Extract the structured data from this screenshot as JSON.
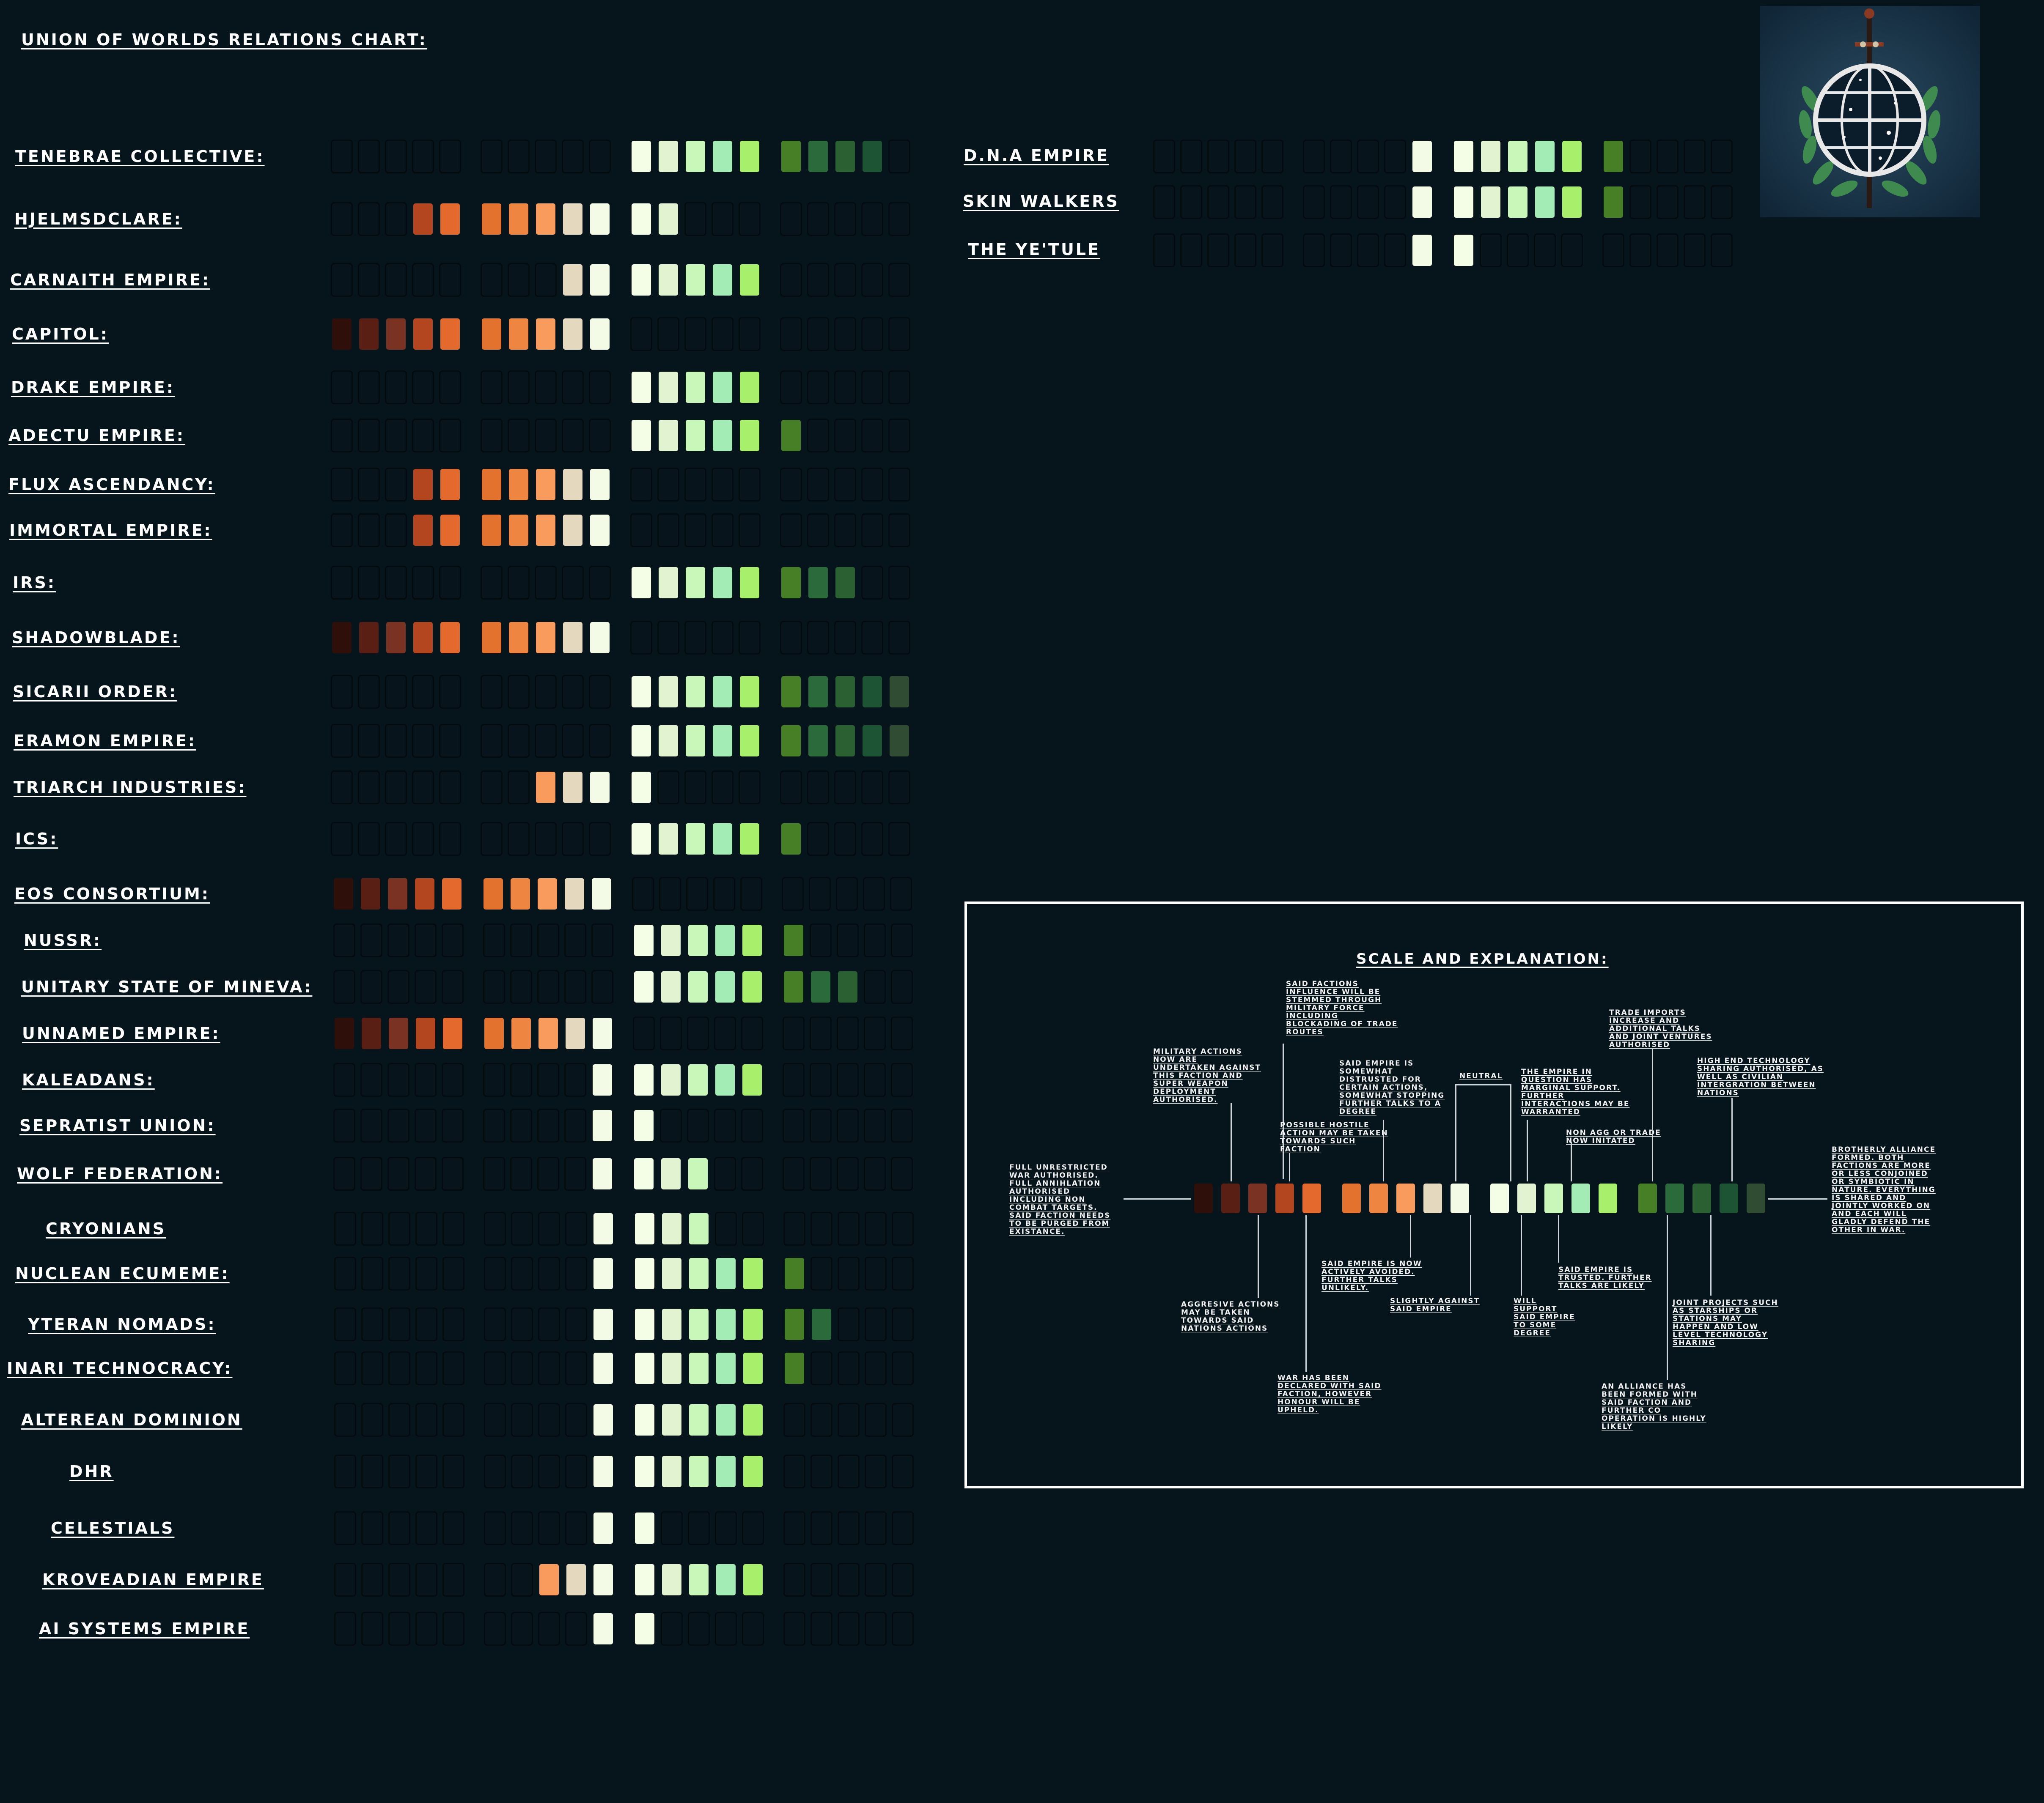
{
  "title": "Union of Worlds Relations Chart:",
  "palette": {
    "empty": "#07141b",
    "war": [
      "#2e0f0a",
      "#5a1f14",
      "#7a3322",
      "#b4461f",
      "#e4692c"
    ],
    "hostile": [
      "#e4722f",
      "#ee8540",
      "#f99b5c",
      "#e4d9bf",
      "#f3fbe6"
    ],
    "friendly": [
      "#f4fde6",
      "#e1f3d1",
      "#c8f7b9",
      "#a3ecb6",
      "#a8f06c"
    ],
    "alliance": [
      "#467f26",
      "#2b6b3b",
      "#2a6032",
      "#1d5433",
      "#304c32"
    ]
  },
  "factions": [
    {
      "name": "Tenebrae Collective:",
      "war": 0,
      "hostile": 0,
      "friendly": 5,
      "alliance": 4
    },
    {
      "name": "Hjelmsdclare:",
      "war": 2,
      "hostile": 5,
      "friendly": 2,
      "alliance": 0
    },
    {
      "name": "Carnaith Empire:",
      "war": 0,
      "hostile": 2,
      "friendly": 5,
      "alliance": 0
    },
    {
      "name": "Capitol:",
      "war": 5,
      "hostile": 5,
      "friendly": 0,
      "alliance": 0
    },
    {
      "name": "Drake Empire:",
      "war": 0,
      "hostile": 0,
      "friendly": 5,
      "alliance": 0
    },
    {
      "name": "Adectu Empire:",
      "war": 0,
      "hostile": 0,
      "friendly": 5,
      "alliance": 1
    },
    {
      "name": "Flux Ascendancy:",
      "war": 2,
      "hostile": 5,
      "friendly": 0,
      "alliance": 0
    },
    {
      "name": "Immortal Empire:",
      "war": 2,
      "hostile": 5,
      "friendly": 0,
      "alliance": 0
    },
    {
      "name": "IRS:",
      "war": 0,
      "hostile": 0,
      "friendly": 5,
      "alliance": 3
    },
    {
      "name": "Shadowblade:",
      "war": 5,
      "hostile": 5,
      "friendly": 0,
      "alliance": 0
    },
    {
      "name": "Sicarii Order:",
      "war": 0,
      "hostile": 0,
      "friendly": 5,
      "alliance": 5
    },
    {
      "name": "Eramon Empire:",
      "war": 0,
      "hostile": 0,
      "friendly": 5,
      "alliance": 5
    },
    {
      "name": "Triarch Industries:",
      "war": 0,
      "hostile": 3,
      "friendly": 1,
      "alliance": 0
    },
    {
      "name": "ICS:",
      "war": 0,
      "hostile": 0,
      "friendly": 5,
      "alliance": 1
    },
    {
      "name": "EOS Consortium:",
      "war": 5,
      "hostile": 5,
      "friendly": 0,
      "alliance": 0
    },
    {
      "name": "NUSSR:",
      "war": 0,
      "hostile": 0,
      "friendly": 5,
      "alliance": 1
    },
    {
      "name": "Unitary State of Mineva:",
      "war": 0,
      "hostile": 0,
      "friendly": 5,
      "alliance": 3
    },
    {
      "name": "Unnamed Empire:",
      "war": 5,
      "hostile": 5,
      "friendly": 0,
      "alliance": 0
    },
    {
      "name": "Kaleadans:",
      "war": 0,
      "hostile": 1,
      "friendly": 5,
      "alliance": 0
    },
    {
      "name": "Sepratist Union:",
      "war": 0,
      "hostile": 1,
      "friendly": 1,
      "alliance": 0
    },
    {
      "name": "Wolf Federation:",
      "war": 0,
      "hostile": 1,
      "friendly": 3,
      "alliance": 0
    },
    {
      "name": "Cryonians",
      "war": 0,
      "hostile": 1,
      "friendly": 3,
      "alliance": 0
    },
    {
      "name": "Nuclean Ecumeme:",
      "war": 0,
      "hostile": 1,
      "friendly": 5,
      "alliance": 1
    },
    {
      "name": "Yteran Nomads:",
      "war": 0,
      "hostile": 1,
      "friendly": 5,
      "alliance": 2
    },
    {
      "name": "Inari Technocracy:",
      "war": 0,
      "hostile": 1,
      "friendly": 5,
      "alliance": 1
    },
    {
      "name": "Alterean Dominion",
      "war": 0,
      "hostile": 1,
      "friendly": 5,
      "alliance": 0
    },
    {
      "name": "DHR",
      "war": 0,
      "hostile": 1,
      "friendly": 5,
      "alliance": 0
    },
    {
      "name": "Celestials",
      "war": 0,
      "hostile": 1,
      "friendly": 1,
      "alliance": 0
    },
    {
      "name": "Kroveadian Empire",
      "war": 0,
      "hostile": 3,
      "friendly": 5,
      "alliance": 0
    },
    {
      "name": "AI Systems Empire",
      "war": 0,
      "hostile": 1,
      "friendly": 1,
      "alliance": 0
    }
  ],
  "factions_right": [
    {
      "name": "D.N.A Empire",
      "war": 0,
      "hostile": 1,
      "friendly": 5,
      "alliance": 1
    },
    {
      "name": "Skin Walkers",
      "war": 0,
      "hostile": 1,
      "friendly": 5,
      "alliance": 1
    },
    {
      "name": "The Ye'tule",
      "war": 0,
      "hostile": 1,
      "friendly": 1,
      "alliance": 0
    }
  ],
  "legend": {
    "title": "Scale and Explanation:",
    "notes": [
      "Full unrestricted\nwar authorised.\nFull annihlation\nauthorised\nincluding non\ncombat targets.\nSaid faction needs\nto be purged from\nexistance.",
      "Military actions\nnow are\nundertaken against\nthis faction and\nsuper weapon\ndeployment\nauthorised.",
      "Said factions\ninfluence will be\nstemmed through\nmilitary force\nincluding\nblockading of trade\nroutes",
      "Possible hostile\naction may be taken\ntowards such\nfaction",
      "Said empire is\nsomewhat\ndistrusted for\ncertain actions,\nsomewhat stopping\nfurther talks to a\ndegree",
      "Neutral",
      "The empire in\nquestion has\nmarginal support.\nFurther\ninteractions may be\nwarranted",
      "Non agg or trade\nnow initated",
      "Trade imports\nincrease and\nadditional talks\nand joint ventures\nauthorised",
      "High end technology\nsharing authorised, as\nwell as civilian\nintergration between\nnations",
      "Brotherly alliance\nformed. Both\nfactions are more\nor less conjoined\nor symbiotic in\nnature. Everything\nis shared and\njointly worked on\nand each will\ngladly defend the\nother in war.",
      "Aggresive actions\nmay be taken\ntowards said\nnations actions",
      "War has been\ndeclared with said\nfaction, however\nhonour will be\nupheld.",
      "Said empire is now\nactively avoided.\nFurther talks\nunlikely.",
      "Slightly against\nsaid empire",
      "Will\nsupport\nsaid empire\nto some\ndegree",
      "Said empire is\ntrusted. Further\ntalks are likely",
      "Joint projects such\nas starships or\nstations may\nhappen and low\nlevel technology\nsharing",
      "An alliance has\nbeen formed with\nsaid faction and\nfurther co\noperation is highly\nlikely"
    ]
  }
}
